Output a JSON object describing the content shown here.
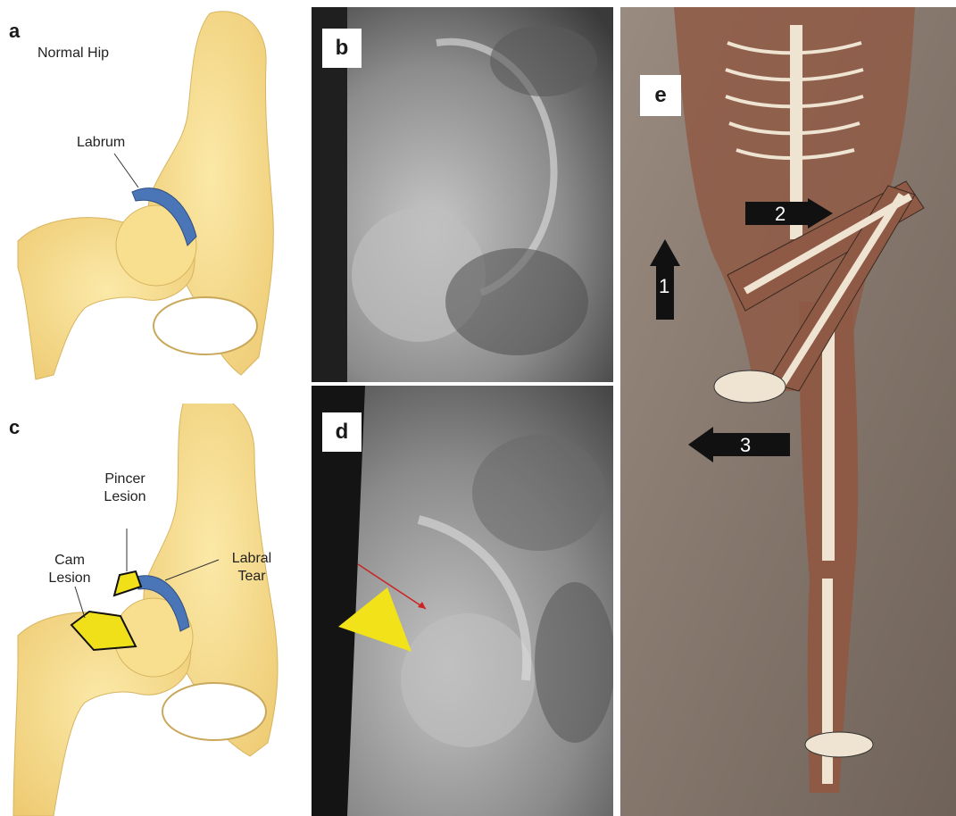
{
  "panels": {
    "a": {
      "letter": "a",
      "title": "Normal Hip",
      "labels": {
        "labrum": "Labrum"
      }
    },
    "b": {
      "letter": "b"
    },
    "c": {
      "letter": "c",
      "labels": {
        "pincer_1": "Pincer",
        "pincer_2": "Lesion",
        "cam_1": "Cam",
        "cam_2": "Lesion",
        "tear_1": "Labral",
        "tear_2": "Tear"
      }
    },
    "d": {
      "letter": "d"
    },
    "e": {
      "letter": "e",
      "arrows": {
        "one": "1",
        "two": "2",
        "three": "3"
      }
    }
  },
  "colors": {
    "bone": "#f7df8f",
    "bone_shadow": "#e6c472",
    "labrum": "#4a76b8",
    "lesion": "#f0e01a",
    "arrowhead": "#f2e21a",
    "xray_pointer": "#cc2222",
    "skin": "#8f5a45",
    "skeleton": "#efe3d2",
    "background_e": "#8a7b6e"
  },
  "icons": {
    "arrow_up": "up-arrow-icon",
    "arrow_right": "right-arrow-icon",
    "arrow_left": "left-arrow-icon",
    "triangle": "triangle-pointer-icon"
  }
}
